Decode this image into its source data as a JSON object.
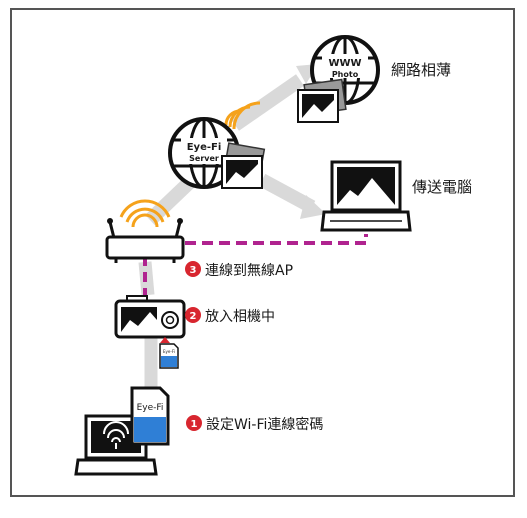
{
  "nodes": {
    "web_album_label": "網路相薄",
    "web_album_globe_line1": "WWW",
    "web_album_globe_line2": "Photo",
    "eyefi_server_line1": "Eye-Fi",
    "eyefi_server_line2": "Server",
    "computer_label": "傳送電腦",
    "sd_card_label": "Eye-Fi",
    "sd_card_small_label": "Eye-Fi"
  },
  "steps": [
    {
      "number": "1",
      "text": "設定Wi-Fi連線密碼"
    },
    {
      "number": "2",
      "text": "放入相機中"
    },
    {
      "number": "3",
      "text": "連線到無線AP"
    }
  ],
  "colors": {
    "step_badge": "#d8262f",
    "dashed_link": "#b0238f",
    "arrow_gray": "#d9d9d9",
    "wifi_waves": "#f5a21b",
    "sd_card_blue": "#2f7fd6",
    "frame_border": "#555555"
  },
  "icons": [
    "globe-icon",
    "photo-icon",
    "laptop-icon",
    "router-icon",
    "camera-icon",
    "sd-card-icon",
    "wifi-icon"
  ]
}
